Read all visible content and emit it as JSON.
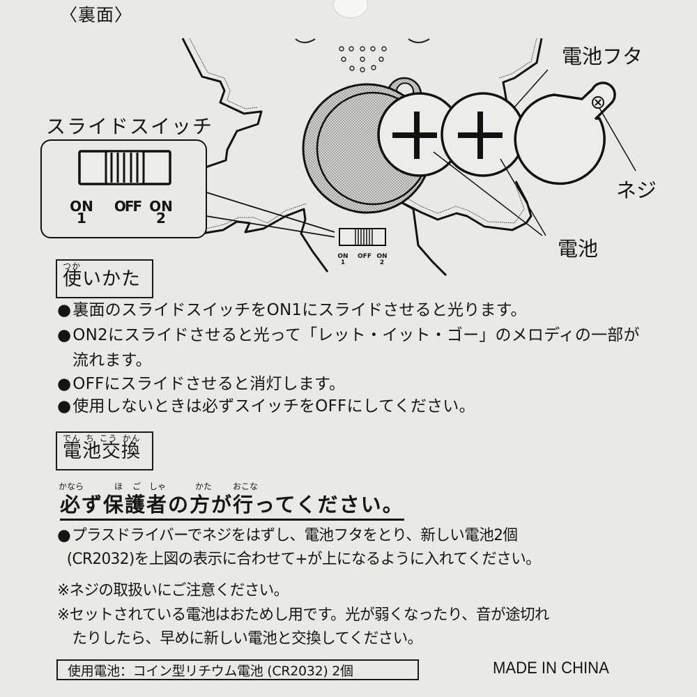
{
  "header": {
    "back_label": "〈裏面〉"
  },
  "diagram": {
    "slide_switch_label": "スライドスイッチ",
    "switch_positions": {
      "on1_top": "ON",
      "on1_bottom": "1",
      "off": "OFF",
      "on2_top": "ON",
      "on2_bottom": "2"
    },
    "callouts": {
      "battery_cover": "電池フタ",
      "screw": "ネジ",
      "battery": "電池"
    },
    "battery_symbol": "+"
  },
  "usage": {
    "ruby": "つか",
    "title": "使いかた",
    "bullet": "●",
    "items": [
      "裏面のスライドスイッチをON1にスライドさせると光ります。",
      "ON2にスライドさせると光って「レット・イット・ゴー」のメロディの一部が",
      "OFFにスライドさせると消灯します。",
      "使用しないときは必ずスイッチをOFFにしてください。"
    ],
    "item2_continuation": "流れます。"
  },
  "battery_replacement": {
    "ruby": "でん ち こう かん",
    "title": "電池交換",
    "warning_ruby": [
      "かなら",
      "ほ",
      "ご",
      "しゃ",
      "かた",
      "おこな"
    ],
    "warning": "必ず保護者の方が行ってください。",
    "bullet": "●",
    "steps": [
      "プラスドライバーでネジをはずし、電池フタをとり、新しい電池2個",
      "(CR2032)を上図の表示に合わせて+が上になるように入れてください。"
    ],
    "notes": [
      "※ネジの取扱いにご注意ください。",
      "※セットされている電池はおためし用です。光が弱くなったり、音が途切れ",
      "たりしたら、早めに新しい電池と交換してください。"
    ]
  },
  "footer": {
    "battery_spec": "使用電池：コイン型リチウム電池 (CR2032) 2個",
    "origin": "MADE IN CHINA"
  },
  "colors": {
    "background": "#e9e9e6",
    "ink": "#151515",
    "halftone": "#b9b9b4"
  }
}
